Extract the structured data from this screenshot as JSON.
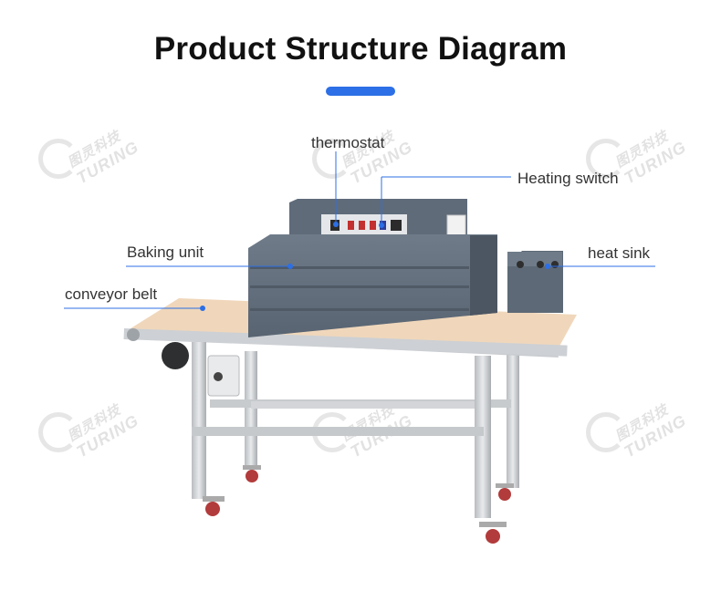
{
  "title": "Product Structure Diagram",
  "accent_color": "#2c6fe6",
  "watermark": {
    "cn": "图灵科技",
    "en": "TURING"
  },
  "labels": {
    "thermostat": "thermostat",
    "heating_switch": "Heating switch",
    "baking_unit": "Baking unit",
    "heat_sink": "heat sink",
    "conveyor_belt": "conveyor belt"
  }
}
